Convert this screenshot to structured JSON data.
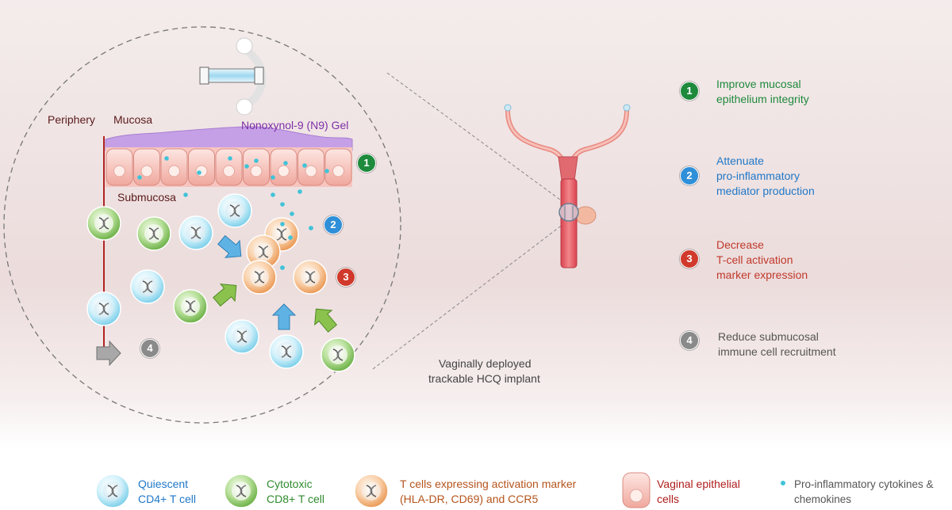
{
  "diagram": {
    "labels": {
      "periphery": "Periphery",
      "mucosa": "Mucosa",
      "submucosa": "Submucosa",
      "gel": "Nonoxynol-9 (N9) Gel",
      "implant_line1": "Vaginally deployed",
      "implant_line2": "trackable HCQ implant"
    },
    "markers": [
      "1",
      "2",
      "3",
      "4"
    ]
  },
  "effects": [
    {
      "number": "1",
      "line1": "Improve mucosal",
      "line2": "epithelium integrity",
      "line3": "",
      "color": "#1e8a3c"
    },
    {
      "number": "2",
      "line1": "Attenuate",
      "line2": "pro-inflammatory",
      "line3": "mediator production",
      "color": "#1f78c8"
    },
    {
      "number": "3",
      "line1": "Decrease",
      "line2": "T-cell activation",
      "line3": "marker expression",
      "color": "#c0392b"
    },
    {
      "number": "4",
      "line1": "Reduce submucosal",
      "line2": "immune cell recruitment",
      "line3": "",
      "color": "#555555"
    }
  ],
  "legend": [
    {
      "line1": "Quiescent",
      "line2": "CD4+ T cell",
      "color": "#1f78c8"
    },
    {
      "line1": "Cytotoxic",
      "line2": "CD8+ T cell",
      "color": "#2e8b2e"
    },
    {
      "line1": "T cells expressing activation marker",
      "line2": "(HLA-DR, CD69) and CCR5",
      "color": "#b5541c"
    },
    {
      "line1": "Vaginal epithelial",
      "line2": "cells",
      "color": "#b01c1c"
    },
    {
      "line1": "Pro-inflammatory cytokines &",
      "line2": "chemokines",
      "color": "#555555"
    }
  ],
  "colors": {
    "cd4": "#bfeaf7",
    "cd8": "#a9d88a",
    "activated": "#f7c79a",
    "epithelium": "#f4b9b0",
    "gel": "#c9a6e6",
    "cytokine": "#41c3d8"
  }
}
